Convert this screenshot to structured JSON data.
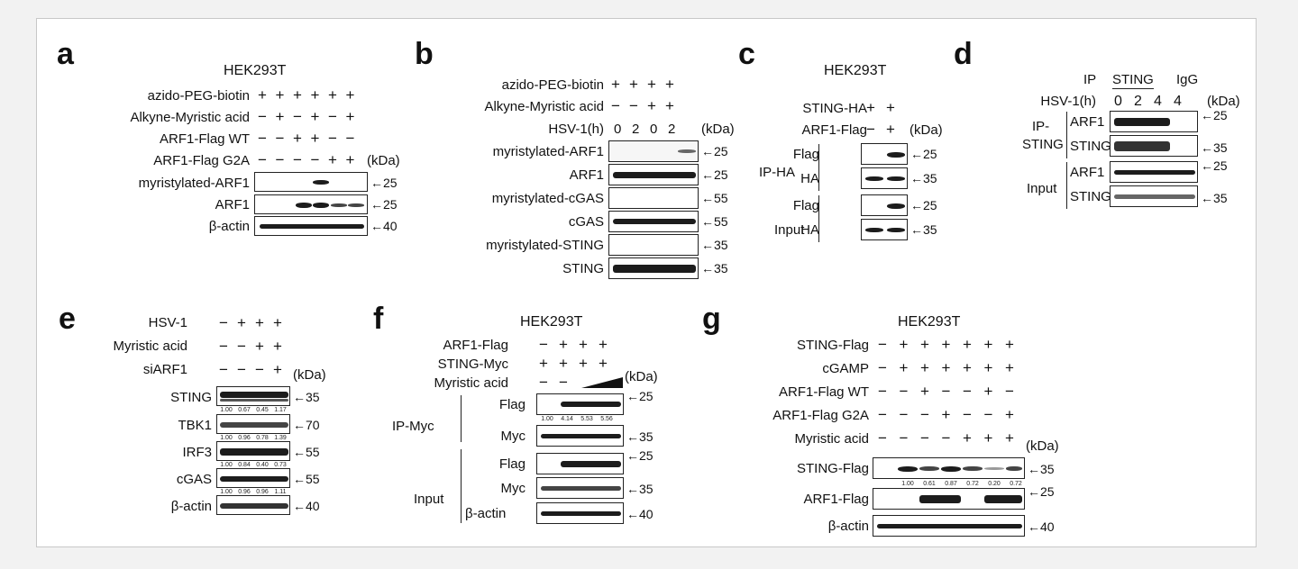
{
  "panels": {
    "a": {
      "letter": "a",
      "title": "HEK293T",
      "rows": [
        {
          "label": "azido-PEG-biotin",
          "signs": [
            "+",
            "+",
            "+",
            "+",
            "+",
            "+"
          ]
        },
        {
          "label": "Alkyne-Myristic acid",
          "signs": [
            "−",
            "+",
            "−",
            "+",
            "−",
            "+"
          ]
        },
        {
          "label": "ARF1-Flag WT",
          "signs": [
            "−",
            "−",
            "+",
            "+",
            "−",
            "−"
          ]
        },
        {
          "label": "ARF1-Flag G2A",
          "signs": [
            "−",
            "−",
            "−",
            "−",
            "+",
            "+"
          ]
        }
      ],
      "kda_label": "(kDa)",
      "blots": [
        {
          "label": "myristylated-ARF1",
          "marker": "←25"
        },
        {
          "label": "ARF1",
          "marker": "←25"
        },
        {
          "label": "β-actin",
          "marker": "←40"
        }
      ]
    },
    "b": {
      "letter": "b",
      "rows": [
        {
          "label": "azido-PEG-biotin",
          "signs": [
            "+",
            "+",
            "+",
            "+"
          ]
        },
        {
          "label": "Alkyne-Myristic acid",
          "signs": [
            "−",
            "−",
            "+",
            "+"
          ]
        }
      ],
      "time_label": "HSV-1(h)",
      "times": [
        "0",
        "2",
        "0",
        "2"
      ],
      "kda_label": "(kDa)",
      "blots": [
        {
          "label": "myristylated-ARF1",
          "marker": "←25"
        },
        {
          "label": "ARF1",
          "marker": "←25"
        },
        {
          "label": "myristylated-cGAS",
          "marker": "←55"
        },
        {
          "label": "cGAS",
          "marker": "←55"
        },
        {
          "label": "myristylated-STING",
          "marker": "←35"
        },
        {
          "label": "STING",
          "marker": "←35"
        }
      ]
    },
    "c": {
      "letter": "c",
      "title": "HEK293T",
      "rows": [
        {
          "label": "STING-HA",
          "signs": [
            "+",
            "+"
          ]
        },
        {
          "label": "ARF1-Flag",
          "signs": [
            "−",
            "+"
          ]
        }
      ],
      "kda_label": "(kDa)",
      "groups": [
        "IP-HA",
        "Input"
      ],
      "blots": [
        {
          "label": "Flag",
          "marker": "←25"
        },
        {
          "label": "HA",
          "marker": "←35"
        },
        {
          "label": "Flag",
          "marker": "←25"
        },
        {
          "label": "HA",
          "marker": "←35"
        }
      ]
    },
    "d": {
      "letter": "d",
      "ip_label": "IP",
      "ip_groups": [
        "STING",
        "IgG"
      ],
      "time_label": "HSV-1(h)",
      "times": [
        "0",
        "2",
        "4",
        "4"
      ],
      "kda_label": "(kDa)",
      "groups": [
        "IP-",
        "STING",
        "Input"
      ],
      "blots": [
        {
          "label": "ARF1",
          "marker": "←25"
        },
        {
          "label": "STING",
          "marker": "←35"
        },
        {
          "label": "ARF1",
          "marker": "←25"
        },
        {
          "label": "STING",
          "marker": "←35"
        }
      ]
    },
    "e": {
      "letter": "e",
      "rows": [
        {
          "label": "HSV-1",
          "signs": [
            "−",
            "+",
            "+",
            "+"
          ]
        },
        {
          "label": "Myristic acid",
          "signs": [
            "−",
            "−",
            "+",
            "+"
          ]
        },
        {
          "label": "siARF1",
          "signs": [
            "−",
            "−",
            "−",
            "+"
          ]
        }
      ],
      "kda_label": "(kDa)",
      "blots": [
        {
          "label": "STING",
          "marker": "←35",
          "quant": [
            "1.00",
            "0.67",
            "0.45",
            "1.17"
          ]
        },
        {
          "label": "TBK1",
          "marker": "←70",
          "quant": [
            "1.00",
            "0.96",
            "0.78",
            "1.39"
          ]
        },
        {
          "label": "IRF3",
          "marker": "←55",
          "quant": [
            "1.00",
            "0.84",
            "0.40",
            "0.73"
          ]
        },
        {
          "label": "cGAS",
          "marker": "←55",
          "quant": [
            "1.00",
            "0.96",
            "0.96",
            "1.11"
          ]
        },
        {
          "label": "β-actin",
          "marker": "←40"
        }
      ]
    },
    "f": {
      "letter": "f",
      "title": "HEK293T",
      "rows": [
        {
          "label": "ARF1-Flag",
          "signs": [
            "−",
            "+",
            "+",
            "+"
          ]
        },
        {
          "label": "STING-Myc",
          "signs": [
            "+",
            "+",
            "+",
            "+"
          ]
        },
        {
          "label": "Myristic acid",
          "signs": [
            "−",
            "−"
          ]
        }
      ],
      "kda_label": "(kDa)",
      "groups": [
        "IP-Myc",
        "Input"
      ],
      "blots": [
        {
          "label": "Flag",
          "marker": "←25",
          "quant": [
            "1.00",
            "4.14",
            "5.53",
            "5.56"
          ]
        },
        {
          "label": "Myc",
          "marker": "←35"
        },
        {
          "label": "Flag",
          "marker": "←25"
        },
        {
          "label": "Myc",
          "marker": "←35"
        },
        {
          "label": "β-actin",
          "marker": "←40"
        }
      ]
    },
    "g": {
      "letter": "g",
      "title": "HEK293T",
      "rows": [
        {
          "label": "STING-Flag",
          "signs": [
            "−",
            "+",
            "+",
            "+",
            "+",
            "+",
            "+"
          ]
        },
        {
          "label": "cGAMP",
          "signs": [
            "−",
            "+",
            "+",
            "+",
            "+",
            "+",
            "+"
          ]
        },
        {
          "label": "ARF1-Flag WT",
          "signs": [
            "−",
            "−",
            "+",
            "−",
            "−",
            "+",
            "−"
          ]
        },
        {
          "label": "ARF1-Flag G2A",
          "signs": [
            "−",
            "−",
            "−",
            "+",
            "−",
            "−",
            "+"
          ]
        },
        {
          "label": "Myristic acid",
          "signs": [
            "−",
            "−",
            "−",
            "−",
            "+",
            "+",
            "+"
          ]
        }
      ],
      "kda_label": "(kDa)",
      "blots": [
        {
          "label": "STING-Flag",
          "marker": "←35",
          "quant": [
            "1.00",
            "0.61",
            "0.87",
            "0.72",
            "0.20",
            "0.72"
          ]
        },
        {
          "label": "ARF1-Flag",
          "marker": "←25"
        },
        {
          "label": "β-actin",
          "marker": "←40"
        }
      ]
    }
  }
}
